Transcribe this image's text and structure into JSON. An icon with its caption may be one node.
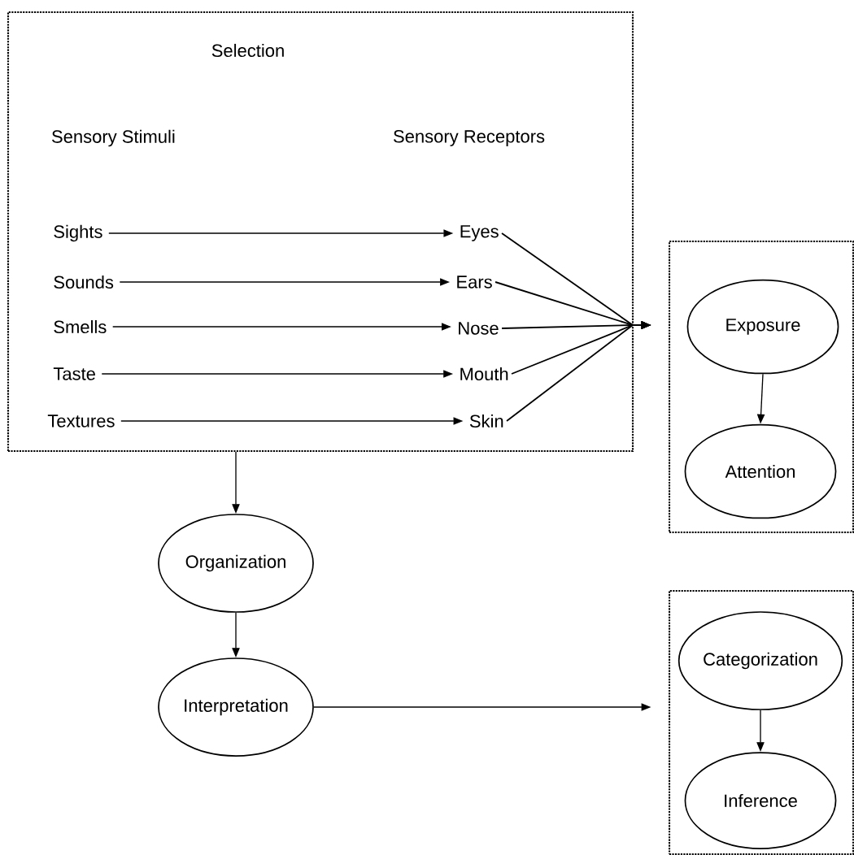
{
  "diagram": {
    "nodes": [
      {
        "text": [
          "Selection"
        ]
      },
      {
        "text": [
          "Sights"
        ],
        "in": 0
      },
      {
        "text": [
          "Sounds"
        ],
        "in": 0
      },
      {
        "text": [
          "Smells"
        ],
        "in": 0
      },
      {
        "text": [
          "Taste"
        ],
        "in": 0
      },
      {
        "text": [
          "Textures"
        ],
        "in": 0
      },
      {
        "text": [
          "Eyes"
        ],
        "in": 0
      },
      {
        "text": [
          "Ears"
        ],
        "in": 0
      },
      {
        "text": [
          "Nose"
        ],
        "in": 0
      },
      {
        "text": [
          "Mouth"
        ],
        "in": 0
      },
      {
        "text": [
          "Skin"
        ],
        "in": 0
      },
      {
        "text": [],
        "shape": "box"
      },
      {
        "text": [
          "Exposure"
        ],
        "in": 11
      },
      {
        "text": [
          "Attention"
        ],
        "in": 11
      },
      {
        "text": [
          "Organization"
        ]
      },
      {
        "text": [
          "Interpretation"
        ]
      },
      {
        "text": [],
        "shape": "box"
      },
      {
        "text": [
          "Categorization"
        ],
        "in": 16
      },
      {
        "text": [
          "Inference"
        ],
        "in": 16
      }
    ],
    "edges": [
      {
        "from": 1,
        "to": 6,
        "arrow": "to"
      },
      {
        "from": 2,
        "to": 7,
        "arrow": "to"
      },
      {
        "from": 3,
        "to": 8,
        "arrow": "to"
      },
      {
        "from": 4,
        "to": 9,
        "arrow": "to"
      },
      {
        "from": 5,
        "to": 10,
        "arrow": "to"
      },
      {
        "from": 6,
        "to": 11,
        "arrow": "to"
      },
      {
        "from": 7,
        "to": 11,
        "arrow": "to"
      },
      {
        "from": 8,
        "to": 11,
        "arrow": "to"
      },
      {
        "from": 9,
        "to": 11,
        "arrow": "to"
      },
      {
        "from": 10,
        "to": 11,
        "arrow": "to"
      },
      {
        "from": 12,
        "to": 13,
        "arrow": "to"
      },
      {
        "from": 0,
        "to": 14,
        "arrow": "to"
      },
      {
        "from": 14,
        "to": 15,
        "arrow": "to"
      },
      {
        "from": 15,
        "to": 16,
        "arrow": "to"
      },
      {
        "from": 17,
        "to": 18,
        "arrow": "to"
      }
    ],
    "labels": [
      "Sensory Stimuli",
      "Sensory Receptors"
    ]
  }
}
